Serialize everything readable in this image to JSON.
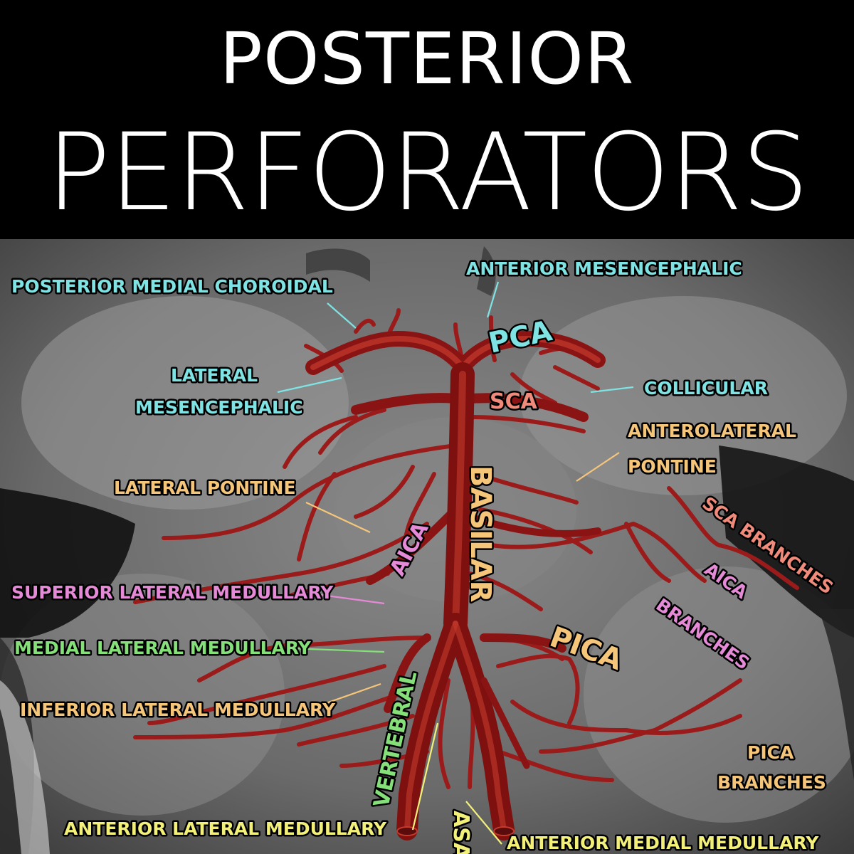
{
  "title": {
    "line1": "POSTERIOR",
    "line2": "PERFORATORS"
  },
  "colors": {
    "header_bg": "#000000",
    "title_text": "#ffffff",
    "artery": "#a51b1b",
    "artery_highlight": "#d84a3a",
    "label_cyan": "#7fe3e3",
    "label_orange": "#f5c57a",
    "label_salmon": "#f08a7a",
    "label_pink": "#e58ad6",
    "label_green": "#86e07a",
    "label_yellow": "#f3f07a"
  },
  "labels": {
    "posterior_medial_choroidal": "POSTERIOR MEDIAL CHOROIDAL",
    "anterior_mesencephalic": "ANTERIOR MESENCEPHALIC",
    "pca": "PCA",
    "lateral_mesencephalic_1": "LATERAL",
    "lateral_mesencephalic_2": "MESENCEPHALIC",
    "collicular": "COLLICULAR",
    "sca": "SCA",
    "anterolateral_pontine_1": "ANTEROLATERAL",
    "anterolateral_pontine_2": "PONTINE",
    "lateral_pontine": "LATERAL PONTINE",
    "basilar": "BASILAR",
    "aica": "AICA",
    "sca_branches": "SCA BRANCHES",
    "aica_branches_1": "AICA",
    "aica_branches_2": "BRANCHES",
    "superior_lateral_medullary": "SUPERIOR LATERAL MEDULLARY",
    "medial_lateral_medullary": "MEDIAL LATERAL MEDULLARY",
    "pica": "PICA",
    "inferior_lateral_medullary": "INFERIOR LATERAL MEDULLARY",
    "vertebral": "VERTEBRAL",
    "pica_branches_1": "PICA",
    "pica_branches_2": "BRANCHES",
    "anterior_lateral_medullary": "ANTERIOR LATERAL MEDULLARY",
    "asa": "ASA",
    "anterior_medial_medullary": "ANTERIOR MEDIAL MEDULLARY"
  }
}
